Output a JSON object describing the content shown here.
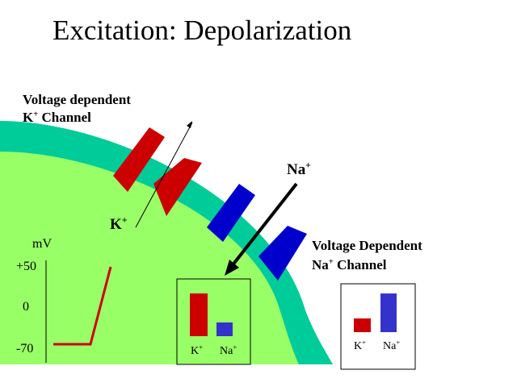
{
  "title": "Excitation: Depolarization",
  "k_channel_label": {
    "line1": "Voltage dependent",
    "line2_ion": "K",
    "line2_charge": "+",
    "line2_rest": " Channel"
  },
  "na_channel_label": {
    "line1": "Voltage Dependent",
    "line2_ion": "Na",
    "line2_charge": "+",
    "line2_rest": " Channel"
  },
  "na_ion_label": {
    "ion": "Na",
    "charge": "+"
  },
  "k_ion_label": {
    "ion": "K",
    "charge": "+"
  },
  "graph": {
    "unit": "mV",
    "ticks": [
      "+50",
      "0",
      "-70"
    ]
  },
  "permeability_box_1": {
    "k_label": "K",
    "k_charge": "+",
    "na_label": "Na",
    "na_charge": "+",
    "k_level": 0.83,
    "na_level": 0.27
  },
  "permeability_box_2": {
    "k_label": "K",
    "k_charge": "+",
    "na_label": "Na",
    "na_charge": "+",
    "k_level": 0.33,
    "na_level": 0.94
  },
  "colors": {
    "cytoplasm": "#99ff66",
    "membrane": "#00cc99",
    "k_channel": "#cc0000",
    "na_channel": "#0000cc",
    "k_bar": "#cc0000",
    "na_bar": "#3333cc",
    "trace": "#cc0000"
  }
}
